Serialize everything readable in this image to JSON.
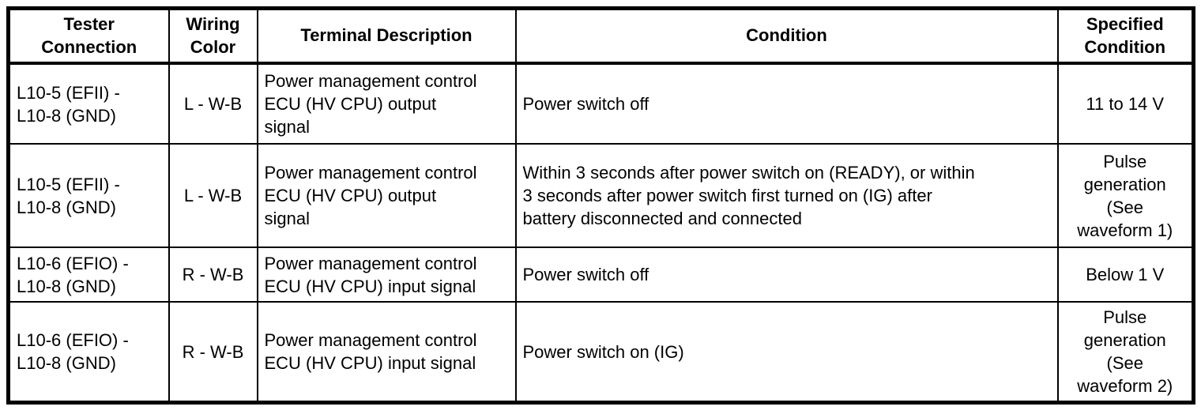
{
  "table": {
    "headers": {
      "tester_connection": "Tester\nConnection",
      "wiring_color": "Wiring\nColor",
      "terminal_description": "Terminal Description",
      "condition": "Condition",
      "specified_condition": "Specified\nCondition"
    },
    "rows": [
      {
        "tester_connection": "L10-5 (EFII) -\nL10-8 (GND)",
        "wiring_color": "L - W-B",
        "terminal_description": "Power management control\nECU (HV CPU) output\nsignal",
        "condition": "Power switch off",
        "specified_condition": "11 to 14 V"
      },
      {
        "tester_connection": "L10-5 (EFII) -\nL10-8 (GND)",
        "wiring_color": "L - W-B",
        "terminal_description": "Power management control\nECU (HV CPU) output\nsignal",
        "condition": "Within 3 seconds after power switch on (READY), or within\n3 seconds after power switch first turned on (IG) after\nbattery disconnected and connected",
        "specified_condition": "Pulse\ngeneration\n(See\nwaveform 1)"
      },
      {
        "tester_connection": "L10-6 (EFIO) -\nL10-8 (GND)",
        "wiring_color": "R - W-B",
        "terminal_description": "Power management control\nECU (HV CPU) input signal",
        "condition": "Power switch off",
        "specified_condition": "Below 1 V"
      },
      {
        "tester_connection": "L10-6 (EFIO) -\nL10-8 (GND)",
        "wiring_color": "R - W-B",
        "terminal_description": "Power management control\nECU (HV CPU) input signal",
        "condition": "Power switch on (IG)",
        "specified_condition": "Pulse\ngeneration\n(See\nwaveform 2)"
      }
    ],
    "colors": {
      "border": "#000000",
      "background": "#ffffff",
      "text": "#000000"
    }
  }
}
